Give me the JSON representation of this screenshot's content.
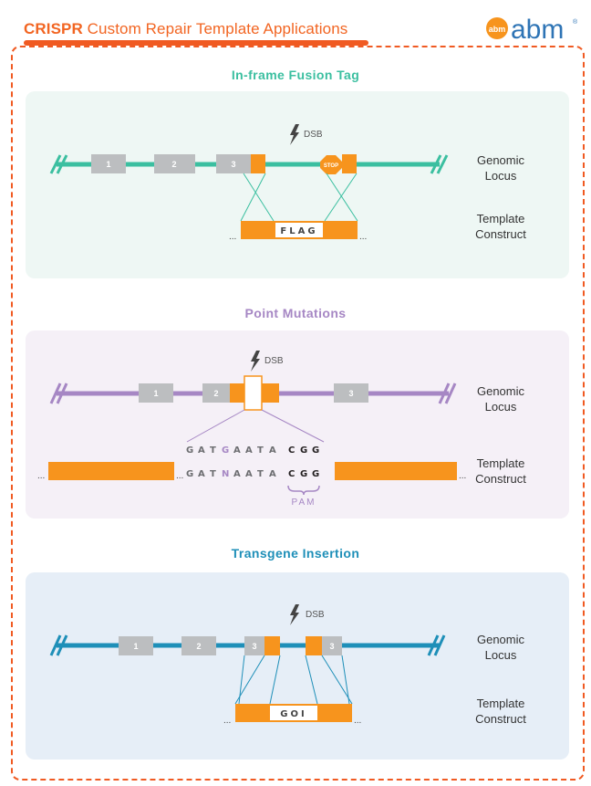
{
  "header": {
    "title_bold": "CRISPR",
    "title_rest": " Custom Repair Template Applications",
    "logo_text": "abm",
    "logo_badge": "abm",
    "logo_mark": "®"
  },
  "colors": {
    "accent": "#f05a22",
    "exon_grey": "#bcbec0",
    "orange_tag": "#f7941d",
    "teal": "#3bbfa0",
    "purple": "#a687c4",
    "blue": "#1e8fb8"
  },
  "sections": [
    {
      "title": "In-frame Fusion Tag",
      "title_color": "#3bbfa0",
      "panel_color": "#eef7f4",
      "dsb": "DSB",
      "exons": [
        "1",
        "2",
        "3"
      ],
      "stop": "STOP",
      "insert": "FLAG",
      "ellipsis": "...",
      "label_locus": [
        "Genomic",
        "Locus"
      ],
      "label_template": [
        "Template",
        "Construct"
      ]
    },
    {
      "title": "Point Mutations",
      "title_color": "#a687c4",
      "panel_color": "#f5f0f7",
      "dsb": "DSB",
      "exons": [
        "1",
        "2",
        "3"
      ],
      "seq_top": [
        "G",
        "A",
        "T",
        "G",
        "A",
        "A",
        "T",
        "A",
        "C",
        "G",
        "G"
      ],
      "seq_bottom": [
        "G",
        "A",
        "T",
        "N",
        "A",
        "A",
        "T",
        "A",
        "C",
        "G",
        "G"
      ],
      "pam": "PAM",
      "ellipsis": "...",
      "label_locus": [
        "Genomic",
        "Locus"
      ],
      "label_template": [
        "Template",
        "Construct"
      ]
    },
    {
      "title": "Transgene Insertion",
      "title_color": "#1e8fb8",
      "panel_color": "#e6eef7",
      "dsb": "DSB",
      "exons": [
        "1",
        "2",
        "3",
        "3"
      ],
      "insert": "GOI",
      "ellipsis": "...",
      "label_locus": [
        "Genomic",
        "Locus"
      ],
      "label_template": [
        "Template",
        "Construct"
      ]
    }
  ]
}
